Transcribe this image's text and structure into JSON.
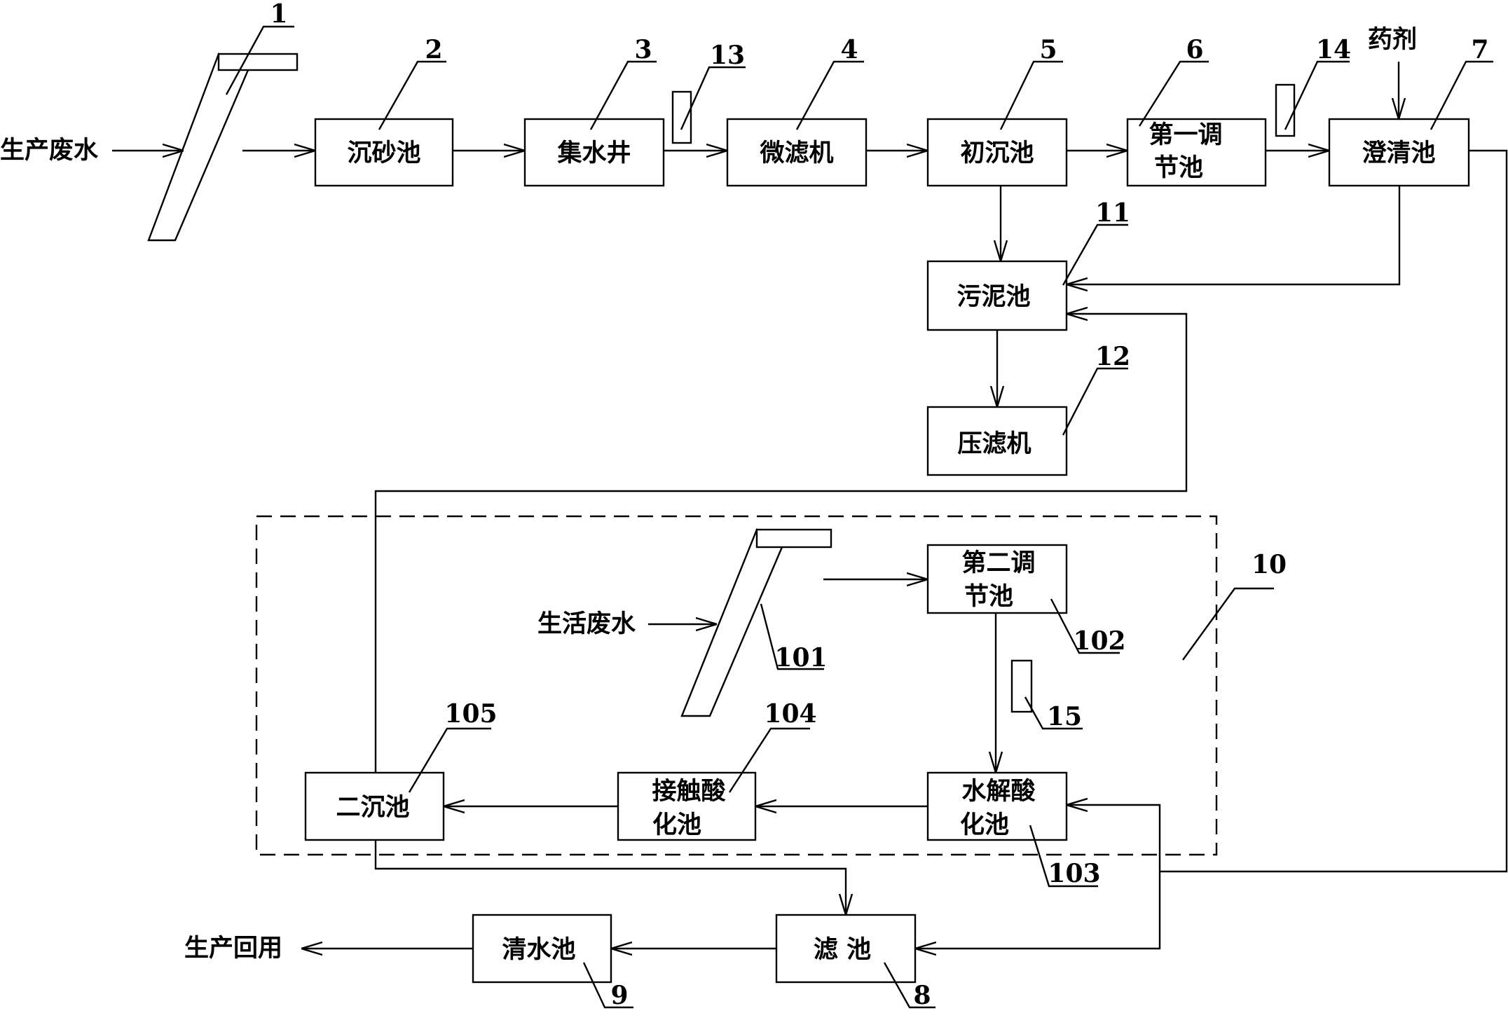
{
  "inputs": {
    "production_wastewater": "生产废水",
    "domestic_wastewater": "生活废水",
    "chemical_agent": "药剂"
  },
  "output": {
    "production_reuse": "生产回用"
  },
  "units": {
    "grit_chamber": {
      "label": "沉砂池",
      "num": "2"
    },
    "collection_well": {
      "label": "集水井",
      "num": "3"
    },
    "microfilter": {
      "label": "微滤机",
      "num": "4"
    },
    "primary_settling": {
      "label": "初沉池",
      "num": "5"
    },
    "first_equalization": {
      "label_1": "第一调",
      "label_2": "节池",
      "num": "6"
    },
    "clarifier": {
      "label": "澄清池",
      "num": "7"
    },
    "sludge_tank": {
      "label": "污泥池",
      "num": "11"
    },
    "filter_press": {
      "label": "压滤机",
      "num": "12"
    },
    "second_equalization": {
      "label_1": "第二调",
      "label_2": "节池",
      "num": "102"
    },
    "hydrolysis_acidification": {
      "label_1": "水解酸",
      "label_2": "化池",
      "num": "103"
    },
    "contact_oxidation": {
      "label_1": "接触酸",
      "label_2": "化池",
      "num": "104"
    },
    "secondary_settling": {
      "label": "二沉池",
      "num": "105"
    },
    "filter_tank": {
      "label": "滤 池",
      "num": "8"
    },
    "clear_water_tank": {
      "label": "清水池",
      "num": "9"
    }
  },
  "screens": {
    "screen_1": {
      "num": "1"
    },
    "screen_101": {
      "num": "101"
    }
  },
  "instruments": {
    "inst_13": {
      "num": "13"
    },
    "inst_14": {
      "num": "14"
    },
    "inst_15": {
      "num": "15"
    }
  },
  "domestic_system": {
    "num": "10"
  }
}
